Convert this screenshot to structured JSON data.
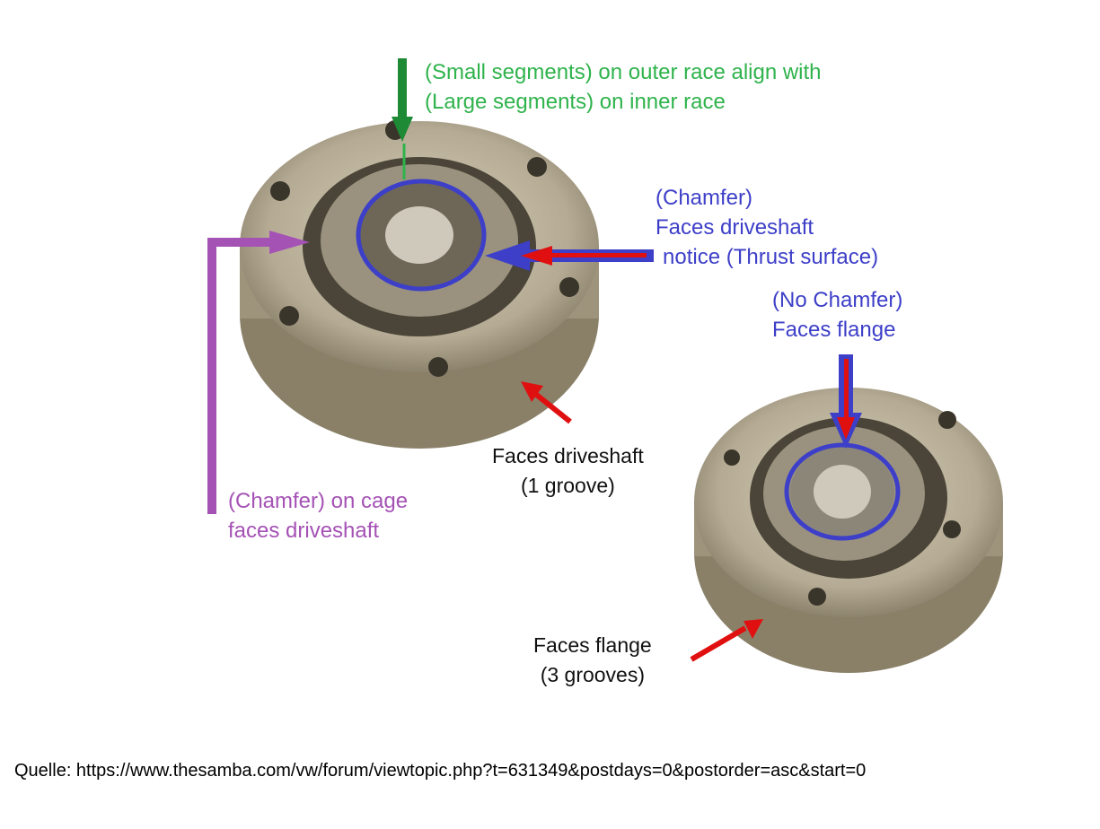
{
  "annotations": {
    "segments": [
      "(Small segments) on outer race align with",
      "(Large segments) on inner race"
    ],
    "chamfer_driveshaft": [
      "(Chamfer)",
      "Faces driveshaft",
      "notice (Thrust surface)"
    ],
    "no_chamfer": [
      "(No Chamfer)",
      "Faces flange"
    ],
    "cage_chamfer": [
      "(Chamfer) on cage",
      "faces driveshaft"
    ],
    "one_groove": [
      "Faces driveshaft",
      "(1 groove)"
    ],
    "three_grooves": [
      "Faces flange",
      "(3 grooves)"
    ]
  },
  "source": "Quelle: https://www.thesamba.com/vw/forum/viewtopic.php?t=631349&postdays=0&postorder=asc&start=0",
  "colors": {
    "green": "#2fb34c",
    "blue": "#3d3fc8",
    "purple": "#a552b5",
    "red": "#e01010"
  }
}
